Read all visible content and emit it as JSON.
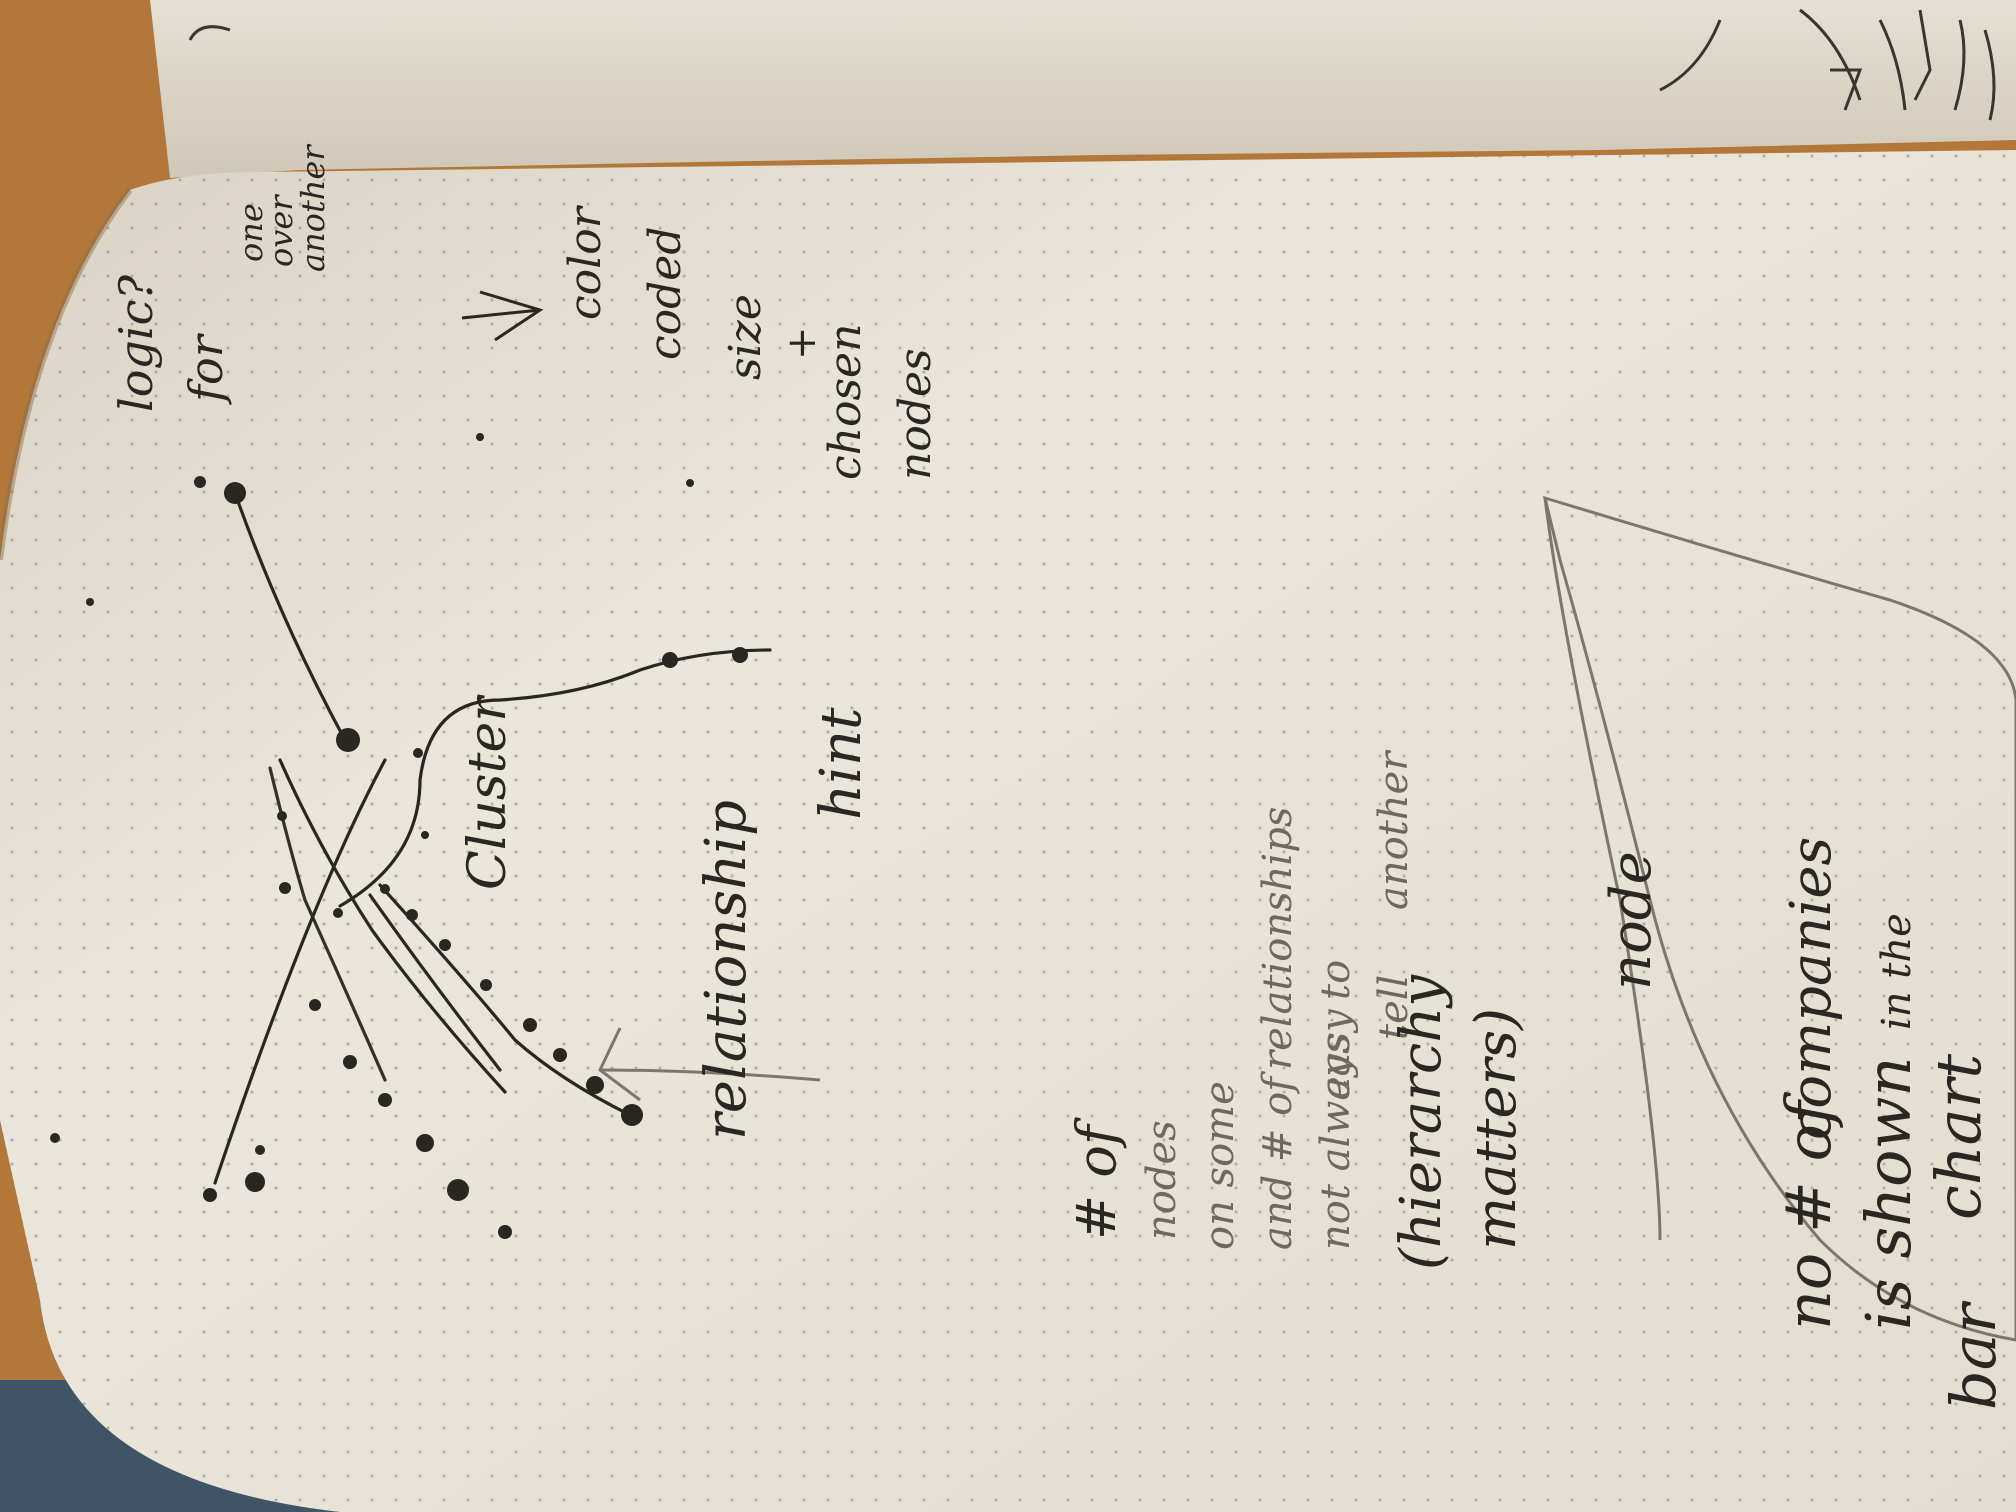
{
  "photo": {
    "subject": "notebook-sketch",
    "colors": {
      "table": "#b57a36",
      "paper": "#ece7dc",
      "ink": "#2a2622",
      "pencil": "#7c766d",
      "fabric": "#2e5f8a"
    }
  },
  "sketch": {
    "label_cluster": "Cluster",
    "label_relationship": "relationship",
    "label_hint": "hint",
    "note_top_right": [
      "logic?",
      "for",
      "one",
      "over",
      "another"
    ],
    "note_color": [
      "color",
      "coded",
      "size",
      "+",
      "chosen",
      "nodes"
    ],
    "note_nodes": [
      "# of",
      "nodes",
      "on some",
      "and # of",
      "relationships",
      "not always",
      "easy",
      "to",
      "tell",
      "another"
    ],
    "note_center": [
      "(hierarchy",
      "matters)",
      "node"
    ],
    "note_bottom": [
      "no # of",
      "companies",
      "is shown",
      "in the",
      "chart",
      "bar"
    ]
  }
}
